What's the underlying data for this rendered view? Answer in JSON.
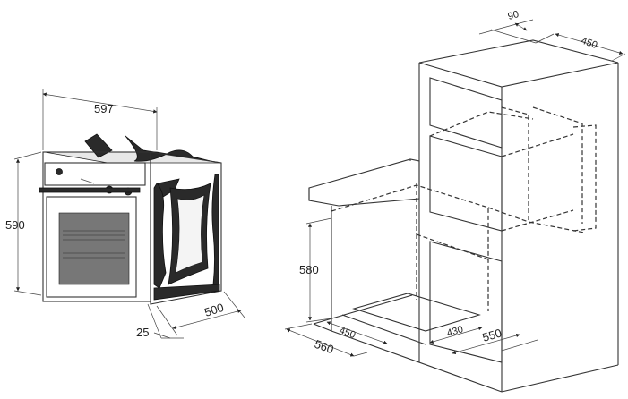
{
  "oven": {
    "dim_width": "597",
    "dim_height": "590",
    "dim_depth": "500",
    "dim_front": "25"
  },
  "cabinet": {
    "dim_niche_height": "580",
    "dim_depth_base": "560",
    "dim_base_450": "450",
    "dim_base_430": "430",
    "dim_base_550": "550",
    "dim_top_90": "90",
    "dim_top_450": "450"
  }
}
